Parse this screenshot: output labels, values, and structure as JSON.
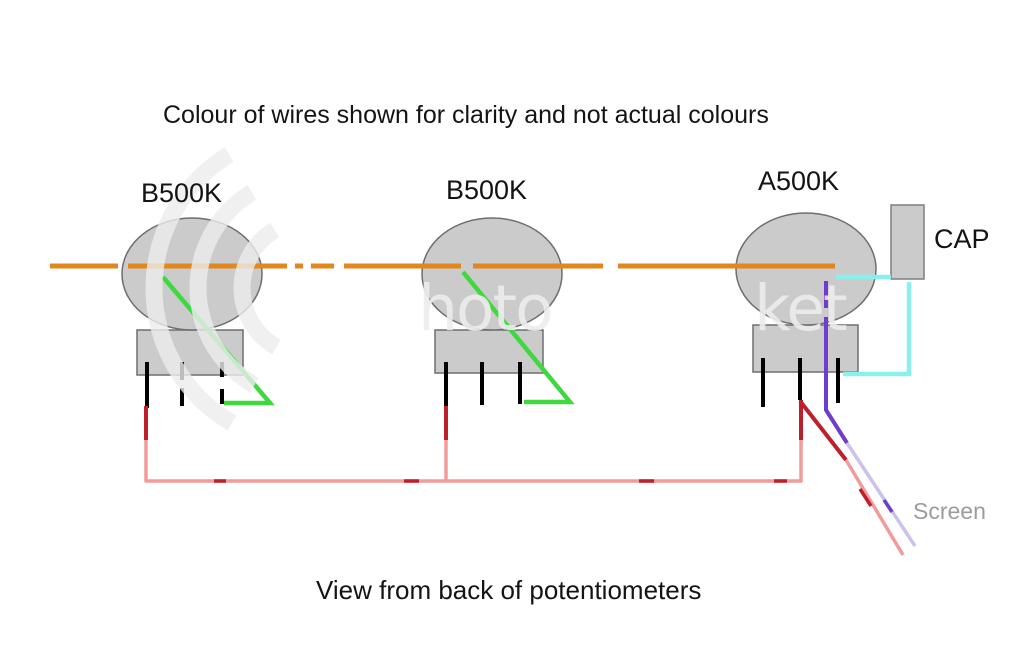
{
  "title": "Colour of wires shown for clarity and not actual colours",
  "caption": "View from back of potentiometers",
  "pots": [
    {
      "label": "B500K"
    },
    {
      "label": "B500K"
    },
    {
      "label": "A500K"
    }
  ],
  "cap": {
    "label": "CAP"
  },
  "screen": {
    "label": "Screen"
  },
  "watermark": {
    "fragment_left": "hoto",
    "fragment_right": "ket"
  },
  "colors": {
    "signal_orange": "#E2861E",
    "casing_ground_green": "#3FD93F",
    "ground_dark_red": "#BE202B",
    "ground_bus_pink": "#F29B9B",
    "cap_link_cyan": "#8BEFEF",
    "hot_purple": "#6F3CCB",
    "screen_lavender": "#CAC2E8",
    "lug_black": "#000000",
    "pot_fill": "#CBCBCB",
    "watermark_gray": "#EDEDED"
  }
}
